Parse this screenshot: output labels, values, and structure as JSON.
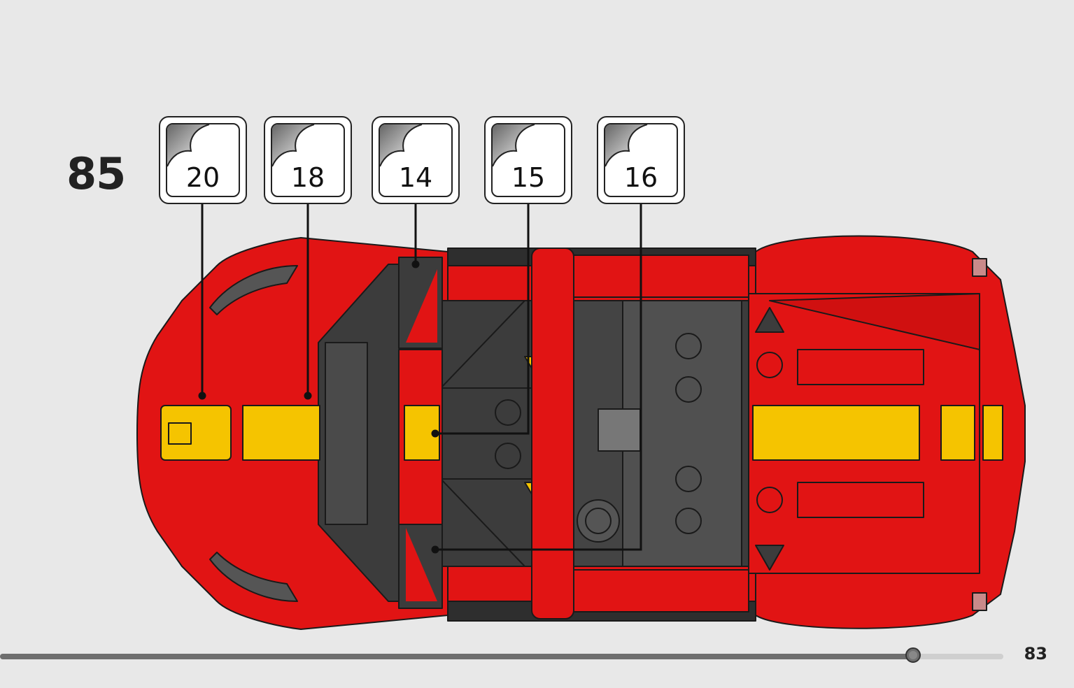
{
  "step": {
    "number": "85"
  },
  "stickers": [
    {
      "label": "20"
    },
    {
      "label": "18"
    },
    {
      "label": "14"
    },
    {
      "label": "15"
    },
    {
      "label": "16"
    }
  ],
  "icon_names": {
    "sticker": "sticker-sheet-icon",
    "logo": "prancing-horse-logo"
  },
  "colors": {
    "background": "#e8e8e8",
    "body_red": "#e11414",
    "stripe_yellow": "#f5c400",
    "dark_gray": "#3c3c3c",
    "outline": "#1a1a1a"
  },
  "footer": {
    "page_number": "83",
    "progress": 0.91
  }
}
